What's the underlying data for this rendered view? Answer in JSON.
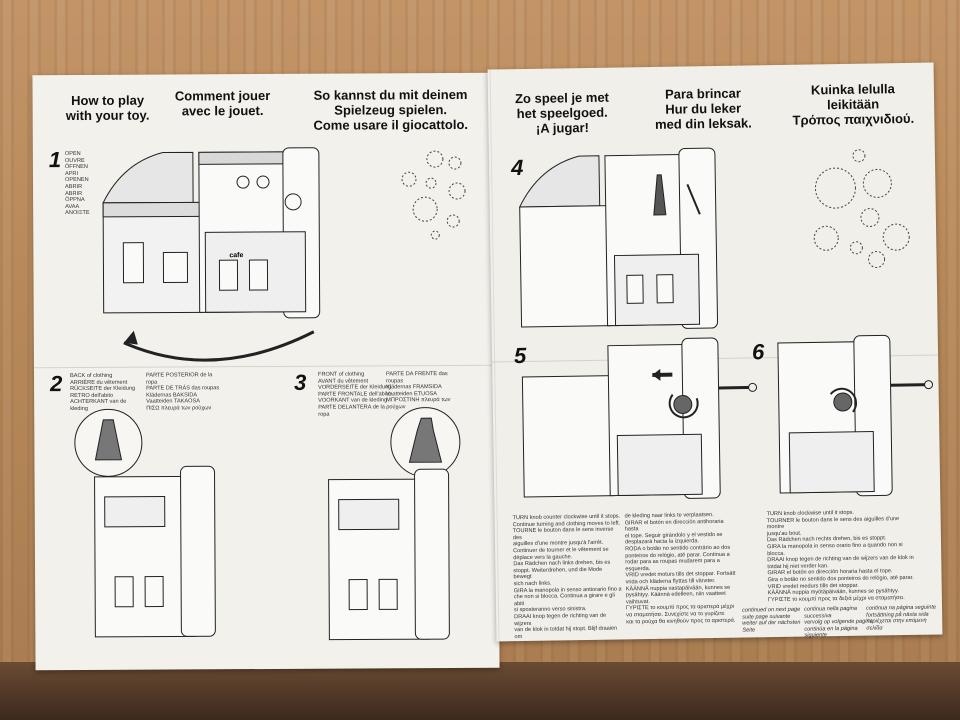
{
  "left_titles": {
    "en": "How to play\nwith your toy.",
    "fr": "Comment jouer\navec le jouet.",
    "de_it": "So kannst du mit deinem\nSpielzeug spielen.\nCome usare il giocattolo."
  },
  "right_titles": {
    "nl_es": "Zo speel je met\nhet speelgoed.\n¡A jugar!",
    "es_sv": "Para brincar\nHur du leker\nmed din leksak.",
    "fi_el": "Kuinka lelulla\nleikitään\nΤρόπος παιχνιδιού."
  },
  "steps": {
    "s1": "1",
    "s2": "2",
    "s3": "3",
    "s4": "4",
    "s5": "5",
    "s6": "6"
  },
  "step1_open": "OPEN\nOUVRE\nÖFFNEN\nAPRI\nOPENEN\nABRIR\nABRIR\nÖPPNA\nAVAA\nΑΝΟΙΞΤΕ",
  "step2_text_a": "BACK of clothing\nARRIÈRE du vêtement\nRÜCKSEITE der Kleidung\nRETRO dell'abito\nACHTERKANT van de\nkleding",
  "step2_text_b": "PARTE POSTERIOR de la\nropa\nPARTE DE TRÁS das roupas\nKlädernas BAKSIDA\nVaatteiden TAKAOSA\nΠΙΣΩ πλευρά των ρούχων",
  "step3_text_a": "FRONT of clothing\nAVANT du vêtement\nVORDERSEITE der Kleidung\nPARTE FRONTALE dell'abito\nVOORKANT van de kleding\nPARTE DELANTERA de la\nropa",
  "step3_text_b": "PARTE DA FRENTE das\nroupas\nKlädernas FRAMSIDA\nVaatteiden ETUOSA\nΜΠΡΟΣΤΙΝΗ πλευρά των\nρούχων",
  "step5_text_a": "TURN knob counter clockwise until it stops.\nContinue turning and clothing moves to left.\nTOURNE le bouton dans le sens inverse des\naiguilles d'une montre jusqu'à l'arrêt.\nContinuer de tourner et le vêtement se\ndéplace vers la gauche.\nDas Rädchen nach links drehen, bis es\nstoppt. Weiterdrehen, und die Mode bewegt\nsich nach links.\nGIRA la manopola in senso antiorario fino a\nche non si blocca. Continua a girare e gli abiti\nsi sposteranno verso sinistra.\nDRAAI knop tegen de richting van de wijzers\nvan de klok in totdat hij stopt. Blijf draaien om",
  "step5_text_b": "de kleding naar links te verplaatsen.\nGIRAR el botón en dirección antihoraria hasta\nel tope. Seguir girándolo y el vestido se\ndesplazará hacia la izquierda.\nRODA o botão no sentido contrário ao dos\nponteiros do relógio, até parar. Continua a\nrodar para as roupas mudarem para a\nesquerda.\nVRID vredet moturs tills det stoppar. Fortsätt\nvrida och kläderna flyttas till vänster.\nKÄÄNNÄ nuppia vastapäivään, kunnes se\npysähtyy. Käännä edelleen, niin vaatteet\nvaihtuvat.\nΓΥΡΙΣΤΕ το κουμπί προς τα αριστερά μέχρι\nνα σταματήσει. Συνεχίστε να το γυρίζετε\nκαι τα ρούχα θα κινηθούν προς τα αριστερά.",
  "step6_text": "TURN knob clockwise until it stops.\nTOURNER le bouton dans le sens des aiguilles d'une montre\njusqu'au bout.\nDas Rädchen nach rechts drehen, bis es stoppt.\nGIRA la manopola in senso orario fino a quando non si blocca.\nDRAAI knop tegen de richting van de wijzers van de klok in\ntotdat hij niet verder kan.\nGIRAR el botón en dirección horaria hasta el tope.\nGira o botão no sentido dos ponteiros do relógio, até parar.\nVRID vredet medurs tills det stoppar.\nKÄÄNNÄ nuppia myötäpäivään, kunnes se pysähtyy.\nΓΥΡΙΣΤΕ το κουμπί προς τα δεξιά μέχρι να σταματήσει.",
  "continued_a": "continued on next page\nsuite page suivante\nweiter auf der nächsten Seite",
  "continued_b": "continua nella pagina successiva\nvervolg op volgende pagina\ncontinúa en la página siguiente",
  "continued_c": "continua na página seguinte\nfortsättning på nästa sida\nπεριέχεται στην επόμενη σελίδα",
  "cafe_label": "cafe",
  "colors": {
    "paper": "#f3f1ec",
    "ink": "#1a1a1a",
    "wood": "#b98a5c"
  }
}
